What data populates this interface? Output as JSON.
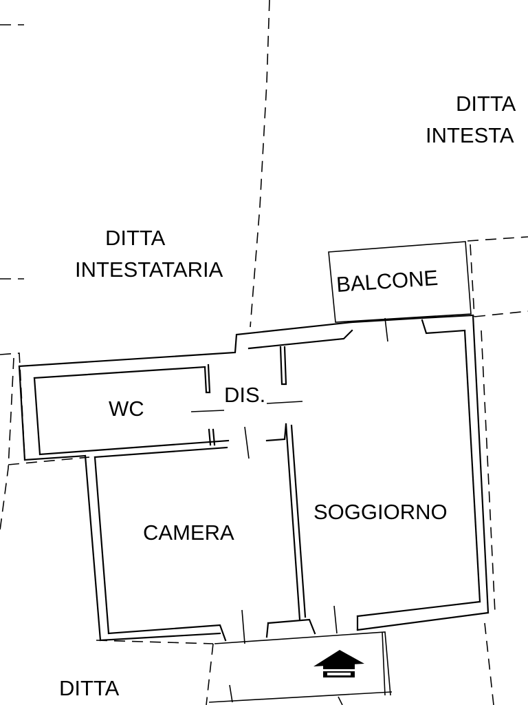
{
  "plan": {
    "labels": {
      "ditta_top_right_1": "DITTA",
      "ditta_top_right_2": "INTESTA",
      "ditta_left_1": "DITTA",
      "ditta_left_2": "INTESTATARIA",
      "balcone": "BALCONE",
      "wc": "WC",
      "dis": "DIS.",
      "camera": "CAMERA",
      "soggiorno": "SOGGIORNO",
      "ditta_bottom": "DITTA"
    }
  }
}
